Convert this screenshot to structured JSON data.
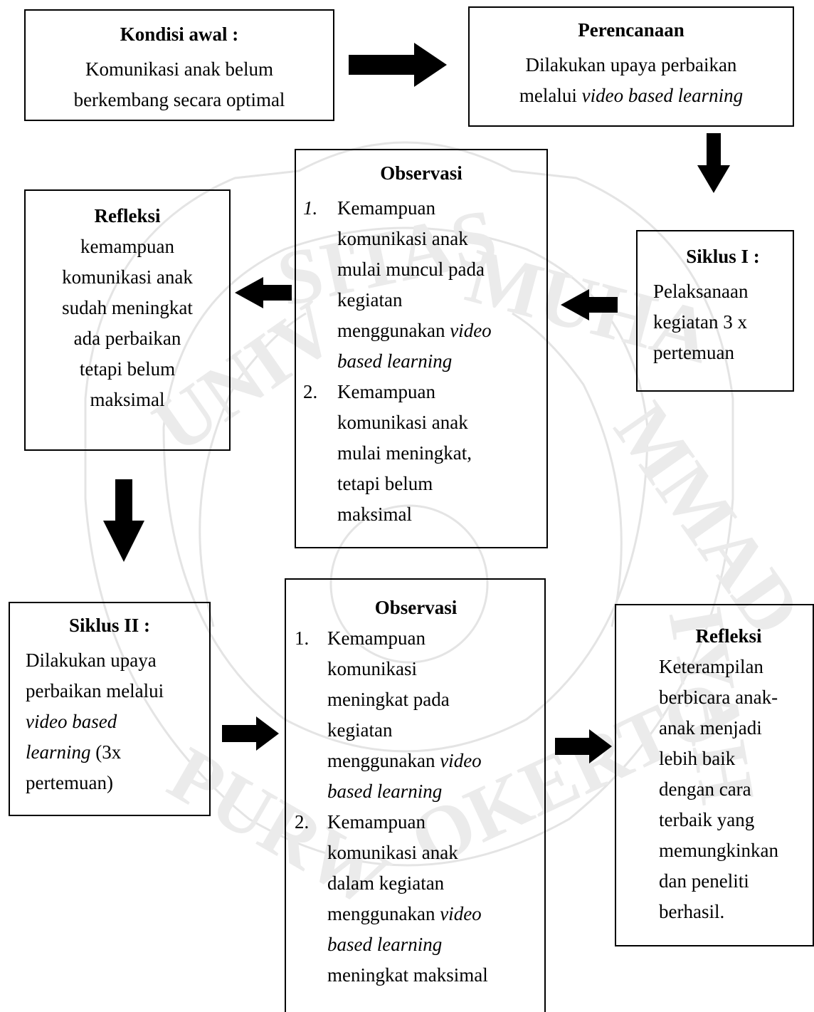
{
  "colors": {
    "stroke": "#000000",
    "watermark": "#e4e4e4"
  },
  "watermark": {
    "ring_text_top": "UNIVERSITAS MUHAMMADIYAH",
    "ring_text_bottom": "PURWOKERTO"
  },
  "nodes": {
    "kondisi_awal": {
      "title": "Kondisi awal :",
      "line1": "Komunikasi anak belum",
      "line2": "berkembang secara optimal"
    },
    "perencanaan": {
      "title": "Perencanaan",
      "line1": "Dilakukan upaya perbaikan",
      "line2_pre": "melalui ",
      "line2_em": "video based learning"
    },
    "siklus1": {
      "title": "Siklus I :",
      "line1": "Pelaksanaan",
      "line2": "kegiatan 3 x",
      "line3": "pertemuan"
    },
    "observasi1": {
      "title": "Observasi",
      "item1_num": "1.",
      "item1_l1": "Kemampuan",
      "item1_l2": "komunikasi anak",
      "item1_l3": "mulai muncul pada",
      "item1_l4": "kegiatan",
      "item1_l5_pre": "menggunakan ",
      "item1_l5_em": "video",
      "item1_l6_em": "based learning",
      "item2_num": "2.",
      "item2_l1": "Kemampuan",
      "item2_l2": "komunikasi anak",
      "item2_l3": "mulai meningkat,",
      "item2_l4": "tetapi belum",
      "item2_l5": "maksimal"
    },
    "refleksi1": {
      "title": "Refleksi",
      "line1": "kemampuan",
      "line2": "komunikasi anak",
      "line3": "sudah meningkat",
      "line4": "ada perbaikan",
      "line5": "tetapi belum",
      "line6": "maksimal"
    },
    "siklus2": {
      "title": "Siklus II :",
      "line1": "Dilakukan upaya",
      "line2": "perbaikan melalui",
      "line3_em": "video based",
      "line4_em": "learning",
      "line4_post": " (3x",
      "line5": "pertemuan)"
    },
    "observasi2": {
      "title": "Observasi",
      "item1_num": "1.",
      "item1_l1": "Kemampuan",
      "item1_l2": "komunikasi",
      "item1_l3": "meningkat pada",
      "item1_l4": "kegiatan",
      "item1_l5_pre": "menggunakan ",
      "item1_l5_em": "video",
      "item1_l6_em": "based learning",
      "item2_num": "2.",
      "item2_l1": "Kemampuan",
      "item2_l2": "komunikasi anak",
      "item2_l3": "dalam kegiatan",
      "item2_l4_pre": "menggunakan ",
      "item2_l4_em": "video",
      "item2_l5_em": "based learning",
      "item2_l6": "meningkat maksimal"
    },
    "refleksi2": {
      "title": "Refleksi",
      "line1": "Keterampilan",
      "line2": "berbicara anak-",
      "line3": "anak menjadi",
      "line4": "lebih baik",
      "line5": "dengan cara",
      "line6": "terbaik yang",
      "line7": "memungkinkan",
      "line8": "dan peneliti",
      "line9": "berhasil."
    }
  },
  "edges": [
    {
      "from": "kondisi_awal",
      "to": "perencanaan",
      "direction": "right"
    },
    {
      "from": "perencanaan",
      "to": "siklus1",
      "direction": "down"
    },
    {
      "from": "siklus1",
      "to": "observasi1",
      "direction": "left"
    },
    {
      "from": "observasi1",
      "to": "refleksi1",
      "direction": "left"
    },
    {
      "from": "refleksi1",
      "to": "siklus2",
      "direction": "down"
    },
    {
      "from": "siklus2",
      "to": "observasi2",
      "direction": "right"
    },
    {
      "from": "observasi2",
      "to": "refleksi2",
      "direction": "right"
    }
  ]
}
